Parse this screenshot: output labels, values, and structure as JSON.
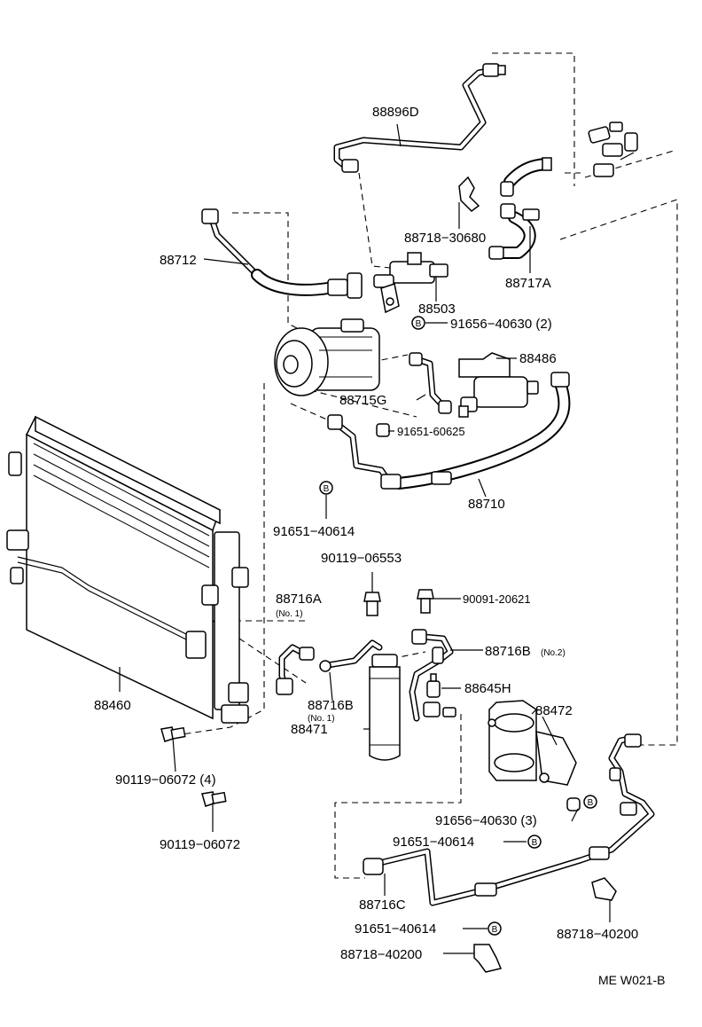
{
  "labels": {
    "l_88896D": "88896D",
    "l_88718_30680": "88718−30680",
    "l_88717A": "88717A",
    "l_88712": "88712",
    "l_88503": "88503",
    "l_91656_40630_2": "91656−40630 (2)",
    "l_88486": "88486",
    "l_88715G": "88715G",
    "l_91651_60625": "91651-60625",
    "l_88710": "88710",
    "l_91651_40614_a": "91651−40614",
    "l_90119_06553": "90119−06553",
    "l_90091_20621": "90091-20621",
    "l_88716A": "88716A",
    "l_88716A_no": "(No. 1)",
    "l_88716B_no2": "88716B",
    "l_88716B_no2_no": "(No.2)",
    "l_88645H": "88645H",
    "l_88472": "88472",
    "l_88460": "88460",
    "l_88716B_no1": "88716B",
    "l_88716B_no1_no": "(No. 1)",
    "l_88471": "88471",
    "l_90119_06072_4": "90119−06072 (4)",
    "l_91656_40630_3": "91656−40630 (3)",
    "l_90119_06072": "90119−06072",
    "l_91651_40614_b": "91651−40614",
    "l_88716C": "88716C",
    "l_88718_40200_a": "88718−40200",
    "l_91651_40614_c": "91651−40614",
    "l_88718_40200_b": "88718−40200",
    "l_ref": "ME W021-B"
  },
  "markers": {
    "b1": "B",
    "b2": "B",
    "b3": "B",
    "b4": "B",
    "b5": "B"
  }
}
